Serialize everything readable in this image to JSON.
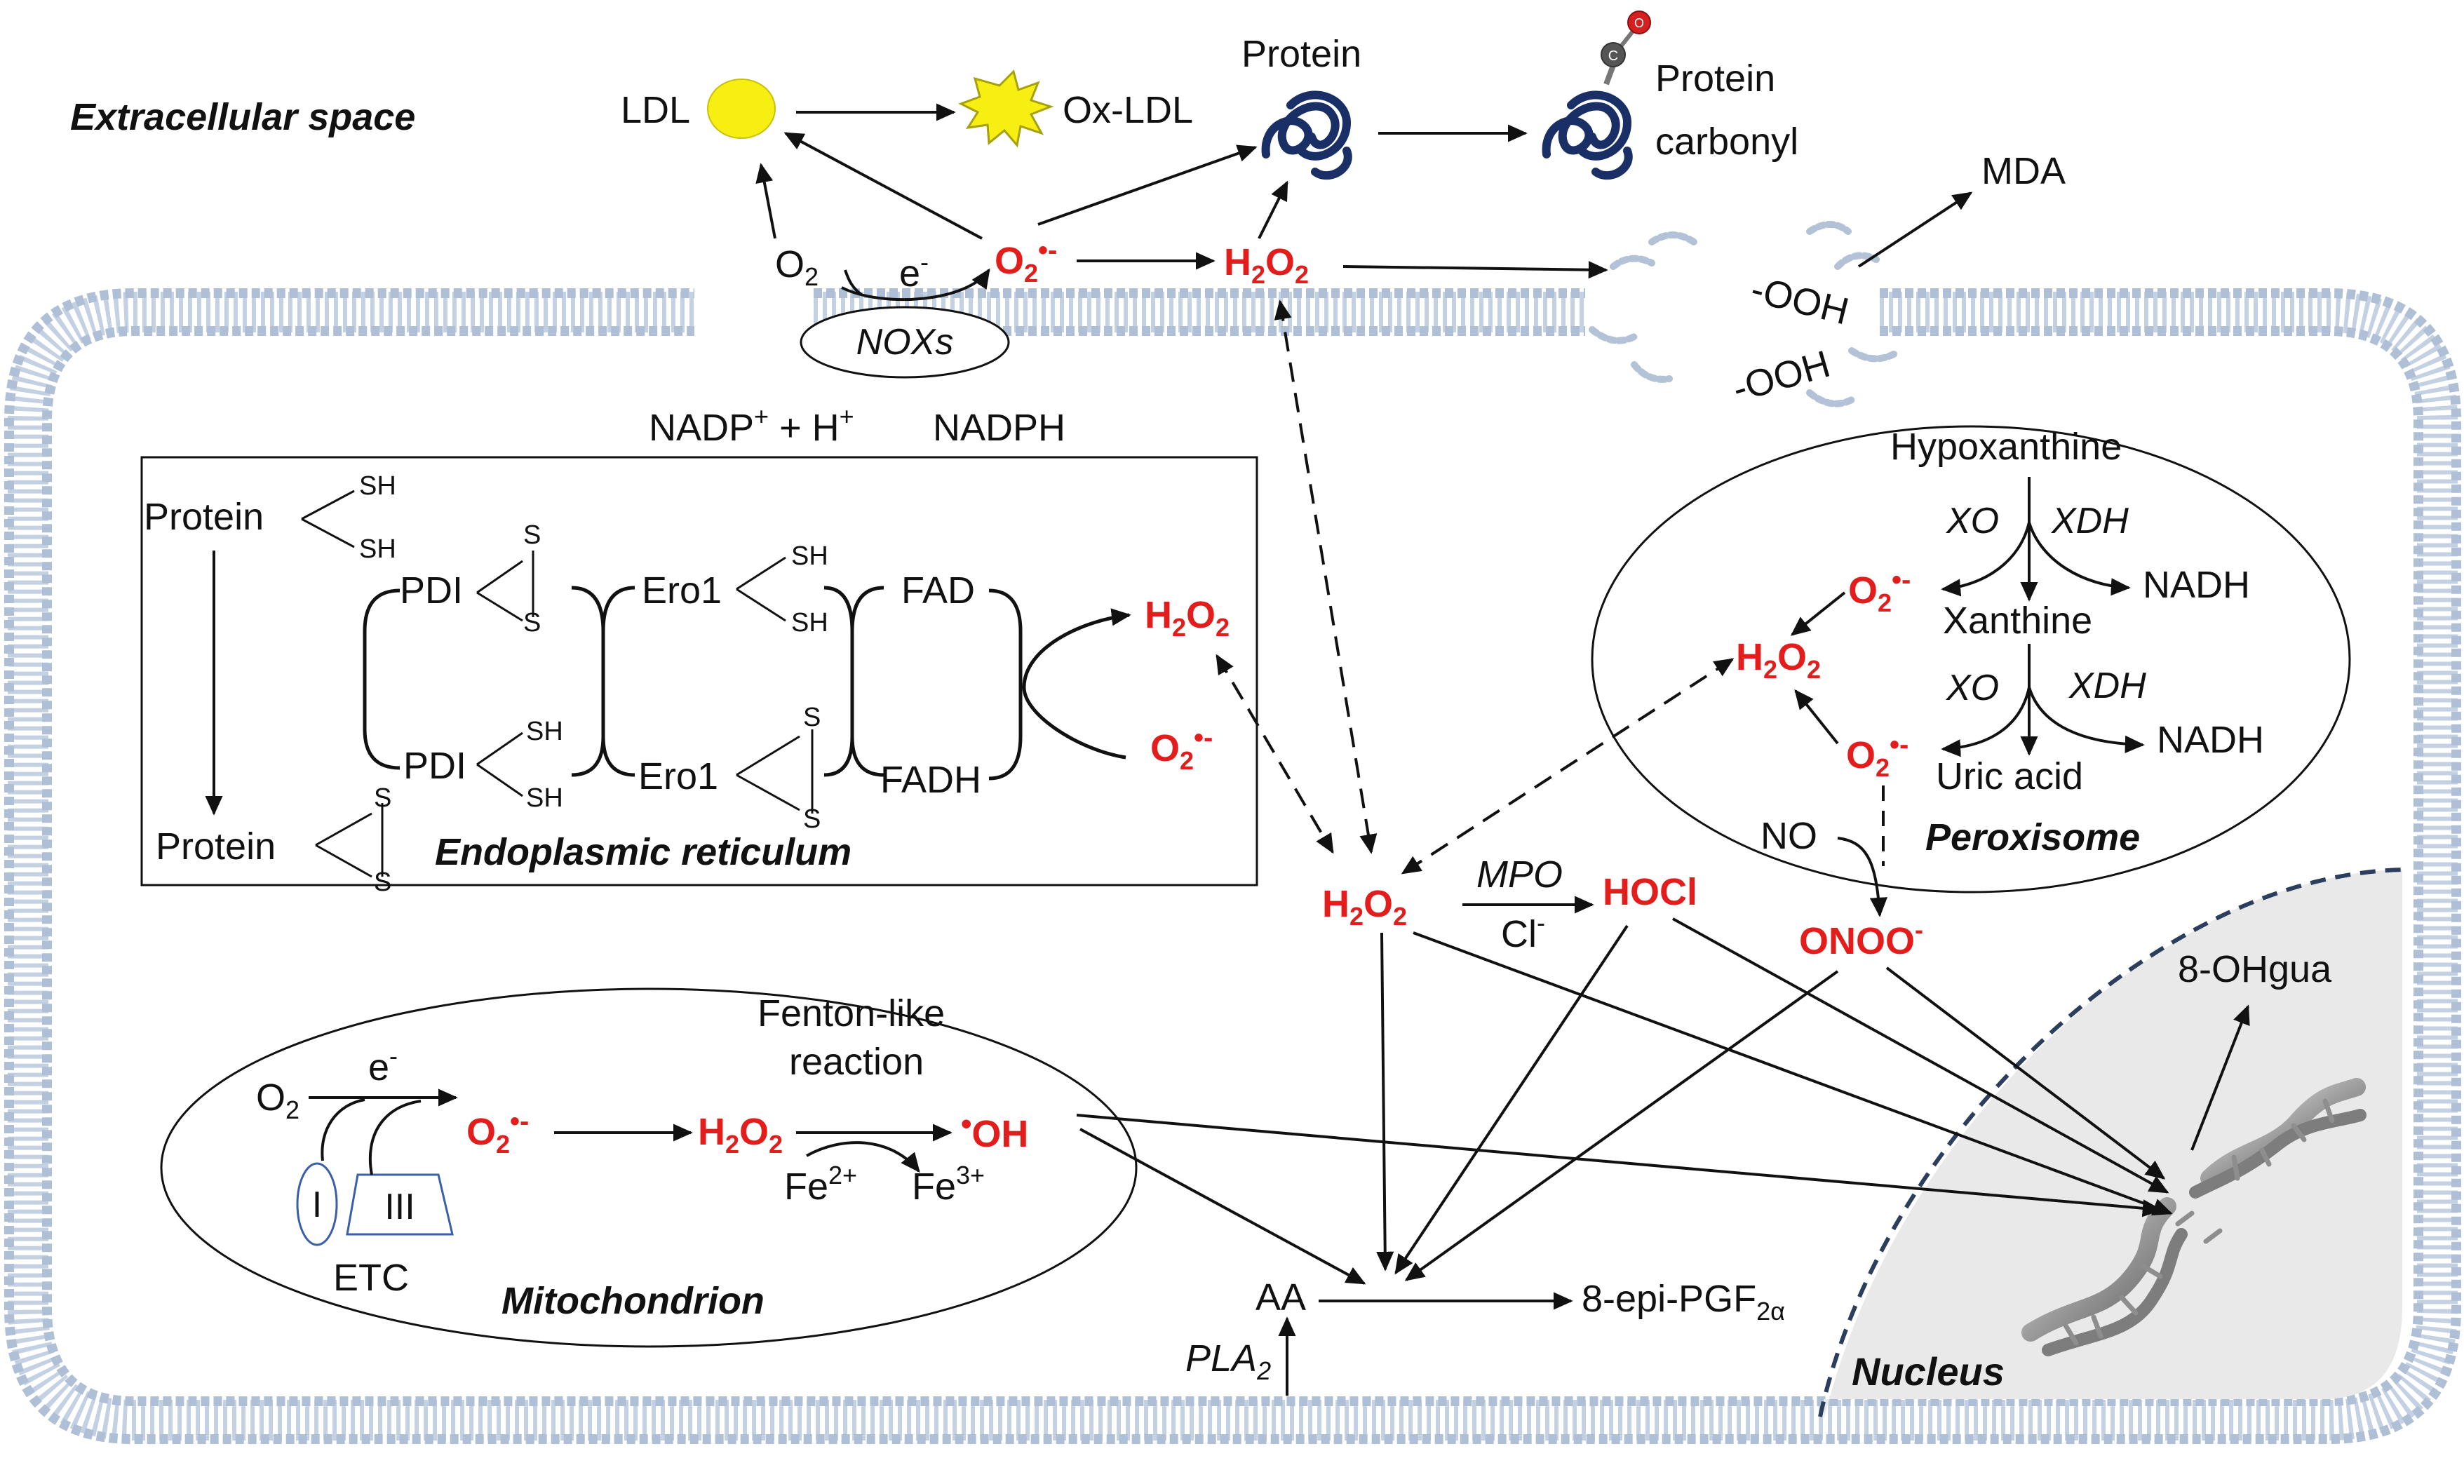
{
  "colors": {
    "ros_red": "#e31c1c",
    "ink": "#111111",
    "membrane": "#b4c4d8",
    "nucleus_fill": "#e9e9e9",
    "nucleus_edge": "#2b3e5e",
    "ldl_yellow": "#f7ee12",
    "protein_blue": "#1a2f66"
  },
  "extracellular": {
    "title": "Extracellular space",
    "ldl": "LDL",
    "ox_ldl": "Ox-LDL",
    "protein": "Protein",
    "protein_carbonyl_1": "Protein",
    "protein_carbonyl_2": "carbonyl",
    "mda": "MDA",
    "o2": "O",
    "o2_sub": "2",
    "electron": "e",
    "electron_sup": "-",
    "superoxide": "O",
    "superoxide_sub": "2",
    "superoxide_sup": "•-",
    "h2o2": "H",
    "h2o2_sub": "2",
    "h2o2_o": "O",
    "h2o2_sub2": "2",
    "ooh_top": "-OOH",
    "ooh_bottom": "-OOH"
  },
  "nox": {
    "label": "NOXs",
    "nadp": "NADP",
    "nadp_sup": "+",
    "plus_h": " + H",
    "h_sup": "+",
    "nadph": "NADPH"
  },
  "er": {
    "title": "Endoplasmic reticulum",
    "protein_top": "Protein",
    "protein_bottom": "Protein",
    "sh": "SH",
    "s": "S",
    "pdi": "PDI",
    "ero1": "Ero1",
    "fad": "FAD",
    "fadh": "FADH",
    "h2o2_h": "H",
    "h2o2_sub": "2",
    "h2o2_o": "O",
    "h2o2_sub2": "2",
    "o2_o": "O",
    "o2_sub": "2",
    "o2_sup": "•-"
  },
  "cytosol": {
    "h2o2_h": "H",
    "h2o2_sub": "2",
    "h2o2_o": "O",
    "h2o2_sub2": "2",
    "mpo": "MPO",
    "cl": "Cl",
    "cl_sup": "-",
    "hocl": "HOCl",
    "no": "NO",
    "onoo": "ONOO",
    "onoo_sup": "-",
    "aa": "AA",
    "pla": "PLA",
    "pla_sub": "2",
    "isoprostane": "8-epi-PGF",
    "isoprostane_sub": "2α"
  },
  "peroxisome": {
    "title": "Peroxisome",
    "hypoxanthine": "Hypoxanthine",
    "xo": "XO",
    "xdh": "XDH",
    "xanthine": "Xanthine",
    "uric_acid": "Uric acid",
    "nadh": "NADH",
    "o2_o": "O",
    "o2_sub": "2",
    "o2_sup": "•-",
    "h2o2_h": "H",
    "h2o2_sub": "2",
    "h2o2_o": "O",
    "h2o2_sub2": "2"
  },
  "mitochondrion": {
    "title": "Mitochondrion",
    "o2": "O",
    "o2_sub": "2",
    "electron": "e",
    "electron_sup": "-",
    "o2r": "O",
    "o2r_sub": "2",
    "o2r_sup": "•-",
    "h2o2_h": "H",
    "h2o2_sub": "2",
    "h2o2_o": "O",
    "h2o2_sub2": "2",
    "fenton_1": "Fenton-like",
    "fenton_2": "reaction",
    "oh_dot": "•",
    "oh": "OH",
    "fe2": "Fe",
    "fe2_sup": "2+",
    "fe3": "Fe",
    "fe3_sup": "3+",
    "complex_i": "I",
    "complex_iii": "III",
    "etc": "ETC"
  },
  "nucleus": {
    "title": "Nucleus",
    "ohgua": "8-OHgua"
  }
}
